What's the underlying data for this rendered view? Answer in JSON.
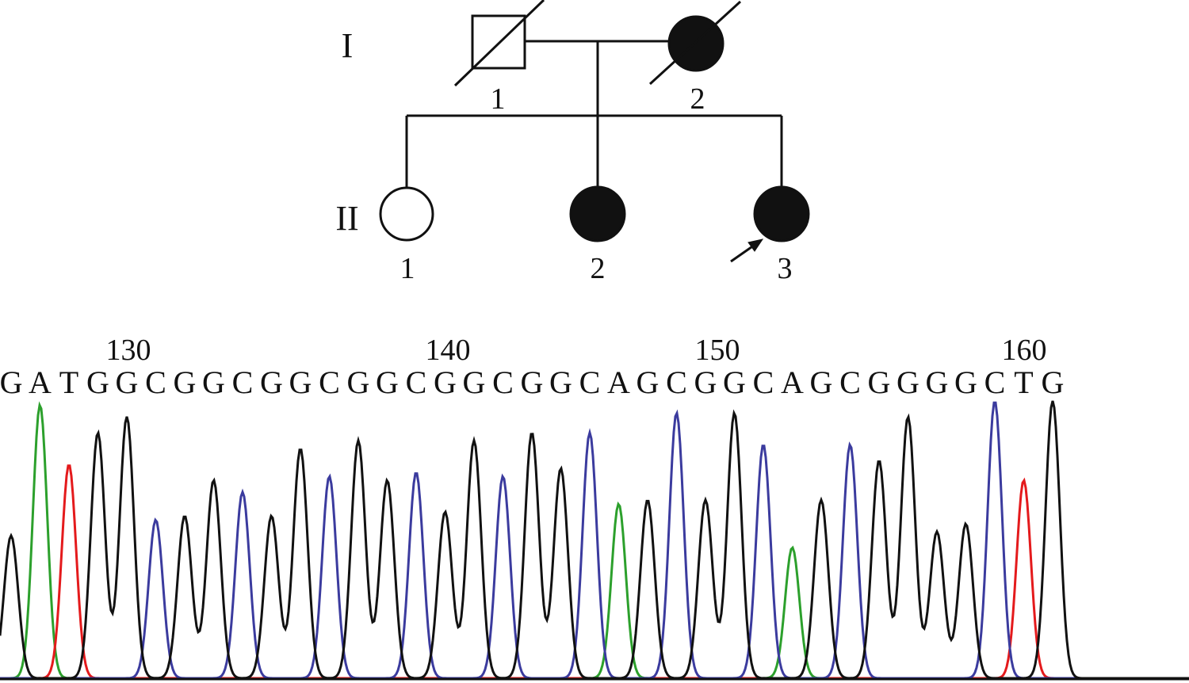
{
  "pedigree": {
    "generations": [
      "I",
      "II"
    ],
    "individuals": [
      {
        "id": "I-1",
        "generation": "I",
        "number": "1",
        "sex": "male",
        "affected": false,
        "deceased": true,
        "proband": false
      },
      {
        "id": "I-2",
        "generation": "I",
        "number": "2",
        "sex": "female",
        "affected": true,
        "deceased": true,
        "proband": false
      },
      {
        "id": "II-1",
        "generation": "II",
        "number": "1",
        "sex": "female",
        "affected": false,
        "deceased": false,
        "proband": false
      },
      {
        "id": "II-2",
        "generation": "II",
        "number": "2",
        "sex": "female",
        "affected": true,
        "deceased": false,
        "proband": false
      },
      {
        "id": "II-3",
        "generation": "II",
        "number": "3",
        "sex": "female",
        "affected": true,
        "deceased": false,
        "proband": true
      }
    ]
  },
  "sequence": {
    "position_labels": [
      "130",
      "140",
      "150",
      "160"
    ],
    "bases": [
      "G",
      "A",
      "T",
      "G",
      "G",
      "C",
      "G",
      "G",
      "C",
      "G",
      "G",
      "C",
      "G",
      "G",
      "C",
      "G",
      "G",
      "C",
      "G",
      "G",
      "C",
      "A",
      "G",
      "C",
      "G",
      "G",
      "C",
      "A",
      "G",
      "C",
      "G",
      "G",
      "G",
      "G",
      "C",
      "T",
      "G"
    ],
    "base_colors": {
      "A": "#2ca02c",
      "T": "#e41a1c",
      "G": "#111111",
      "C": "#3b3b9e"
    }
  }
}
